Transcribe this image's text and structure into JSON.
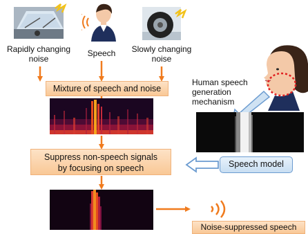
{
  "sources": {
    "rapid_noise_label": "Rapidly changing noise",
    "speech_label": "Speech",
    "slow_noise_label": "Slowly changing noise"
  },
  "mixture_label": "Mixture of speech and noise",
  "suppress_label": [
    "Suppress non-speech signals",
    "by focusing on speech"
  ],
  "human_mechanism_label": [
    "Human speech",
    "generation",
    "mechanism"
  ],
  "speech_model_label": "Speech model",
  "output_label": "Noise-suppressed speech",
  "colors": {
    "arrow_orange": "#f07b1e",
    "peach_fill": "#fbd5ae",
    "model_blue": "#6b9bd0",
    "spectrogram_bg": "#120412"
  },
  "icons": [
    "car-windshield-icon",
    "speaking-person-icon",
    "tire-icon",
    "human-profile-icon",
    "sound-wave-icon"
  ]
}
